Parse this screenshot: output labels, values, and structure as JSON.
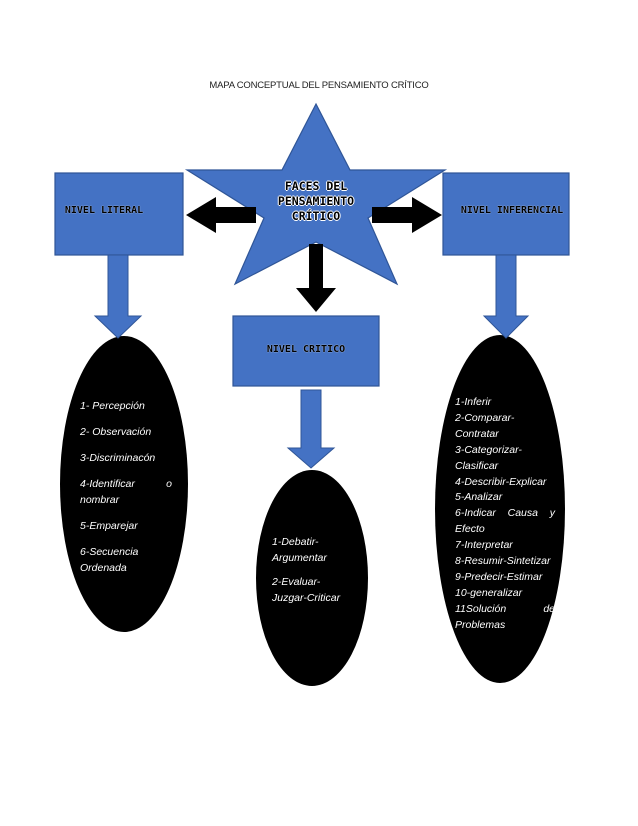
{
  "title": "MAPA CONCEPTUAL DEL PENSAMIENTO CRÍTICO",
  "center": {
    "lines": [
      "FACES DEL",
      "PENSAMIENTO",
      "CRÍTICO"
    ]
  },
  "nodes": {
    "literal": "NIVEL LITERAL",
    "inferencial": "NIVEL INFERENCIAL",
    "critico": "NIVEL CRITICO"
  },
  "literal_items": [
    "1- Percepción",
    "2- Observación",
    "3-Discriminacón",
    "4-Identificar o nombrar",
    "5-Emparejar",
    "6-Secuencia Ordenada"
  ],
  "critico_items": [
    "1-Debatir-Argumentar",
    "2-Evaluar-Juzgar-Criticar"
  ],
  "inferencial_items": [
    "1-Inferir",
    "2-Comparar-Contratar",
    "3-Categorizar-Clasificar",
    "4-Describir-Explicar",
    "5-Analizar",
    "6-Indicar Causa y Efecto",
    "7-Interpretar",
    "8-Resumir-Sintetizar",
    "9-Predecir-Estimar",
    "10-generalizar",
    "11Solución de Problemas"
  ],
  "colors": {
    "box_fill": "#4472c4",
    "box_border": "#2f5597",
    "ellipse_fill": "#000000",
    "arrow_black": "#000000",
    "list_text": "#ffffff"
  }
}
